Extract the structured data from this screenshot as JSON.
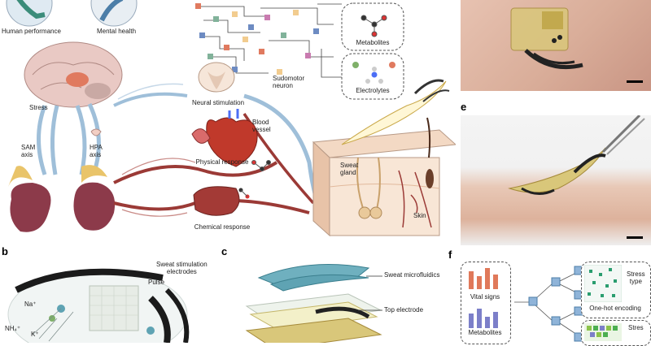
{
  "panel_a": {
    "human_performance": "Human performance",
    "mental_health": "Mental health",
    "metabolites": "Metabolites",
    "electrolytes": "Electrolytes",
    "stress": "Stress",
    "sam_axis": "SAM\naxis",
    "hpa_axis": "HPA\naxis",
    "neural_stimulation": "Neural stimulation",
    "sudomotor_neuron": "Sudomotor\nneuron",
    "blood_vessel": "Blood\nvessel",
    "physical_response": "Physical response",
    "chemical_response": "Chemical response",
    "sweat_gland": "Sweat\ngland",
    "skin": "Skin"
  },
  "panel_letters": {
    "b": "b",
    "c": "c",
    "e": "e",
    "f": "f"
  },
  "panel_b": {
    "sweat_stimulation_electrodes": "Sweat stimulation\nelectrodes",
    "pulse": "Pulse",
    "na": "Na⁺",
    "nh4": "NH₄⁺",
    "k": "K⁺"
  },
  "panel_c": {
    "sweat_microfluidics": "Sweat microfluidics",
    "top_electrode": "Top electrode"
  },
  "panel_f": {
    "vital_signs": "Vital signs",
    "metabolites": "Metabolites",
    "stress_type": "Stress\ntype",
    "one_hot_encoding": "One-hot encoding",
    "stress_partial": "Stres"
  },
  "colors": {
    "nerve_blue": "#9fbfd9",
    "vessel_red": "#9b3a36",
    "kidney": "#8c3a4a",
    "adrenal": "#e9c46a",
    "skin": "#f3d9c4",
    "chip_gold": "#d9c77a",
    "microfluidic_teal": "#5fa3b3",
    "bar_orange": "#e0795a",
    "bar_purple": "#7c7fc9",
    "grid_green": "#2a9d6f",
    "tree_blue": "#8fb4d9"
  }
}
